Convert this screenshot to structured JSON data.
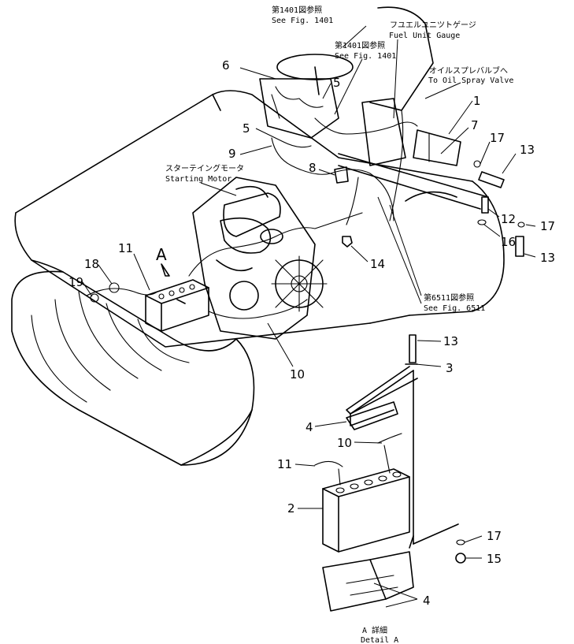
{
  "references": {
    "fig1401_top_jp": "第1401図参照",
    "fig1401_top_en": "See Fig. 1401",
    "fig1401_mid_jp": "第1401図参照",
    "fig1401_mid_en": "See Fig. 1401",
    "fuel_gauge_jp": "フユエルユニツトゲージ",
    "fuel_gauge_en": "Fuel Unit Gauge",
    "oil_spray_jp": "オイルスプレバルブへ",
    "oil_spray_en": "To Oil Spray Valve",
    "starting_motor_jp": "スターテイングモータ",
    "starting_motor_en": "Starting Motor",
    "fig6511_jp": "第6511図参照",
    "fig6511_en": "See Fig. 6511",
    "detail_jp": "A 詳細",
    "detail_en": "Detail A"
  },
  "callouts": {
    "view_a": "A",
    "n1": "1",
    "n2": "2",
    "n3": "3",
    "n4a": "4",
    "n4b": "4",
    "n5a": "5",
    "n5b": "5",
    "n6": "6",
    "n7": "7",
    "n8": "8",
    "n9": "9",
    "n10a": "10",
    "n10b": "10",
    "n11a": "11",
    "n11b": "11",
    "n12": "12",
    "n13a": "13",
    "n13b": "13",
    "n13c": "13",
    "n14": "14",
    "n15": "15",
    "n16": "16",
    "n17a": "17",
    "n17b": "17",
    "n17c": "17",
    "n18": "18",
    "n19": "19"
  }
}
